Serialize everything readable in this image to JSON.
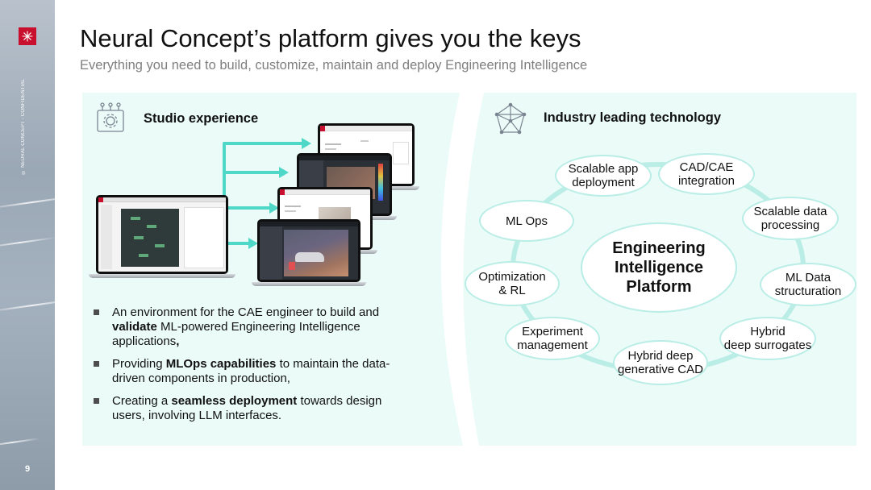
{
  "slide": {
    "title": "Neural Concept’s platform gives you the keys",
    "subtitle": "Everything you need to build, customize, maintain and deploy Engineering Intelligence",
    "page_number": "9",
    "sidebar_text": "© NEURAL CONCEPT - CONFIDENTIAL"
  },
  "colors": {
    "accent_teal": "#4fd8c8",
    "panel_bg": "#eafbf8",
    "node_border": "#b9ede6",
    "logo_red": "#c8102e"
  },
  "studio": {
    "heading": "Studio experience",
    "icon": "gear-settings-icon",
    "bullets": [
      {
        "parts": [
          {
            "text": "An environment for the CAE engineer to build and ",
            "bold": false
          },
          {
            "text": "validate",
            "bold": true
          },
          {
            "text": " ML-powered Engineering Intelligence applications",
            "bold": false
          },
          {
            "text": ",",
            "bold": true
          }
        ]
      },
      {
        "parts": [
          {
            "text": "Providing ",
            "bold": false
          },
          {
            "text": "MLOps capabilities",
            "bold": true
          },
          {
            "text": " to maintain the data-driven components in production,",
            "bold": false
          }
        ]
      },
      {
        "parts": [
          {
            "text": "Creating a ",
            "bold": false
          },
          {
            "text": "seamless deployment",
            "bold": true
          },
          {
            "text": " towards design users, involving LLM interfaces.",
            "bold": false
          }
        ]
      }
    ]
  },
  "technology": {
    "heading": "Industry leading technology",
    "icon": "network-nodes-icon",
    "center": [
      "Engineering",
      "Intelligence",
      "Platform"
    ],
    "nodes": [
      {
        "id": "scalable-app-deployment",
        "lines": [
          "Scalable app",
          "deployment"
        ]
      },
      {
        "id": "cad-cae-integration",
        "lines": [
          "CAD/CAE",
          "integration"
        ]
      },
      {
        "id": "scalable-data-processing",
        "lines": [
          "Scalable data",
          "processing"
        ]
      },
      {
        "id": "ml-data-structuration",
        "lines": [
          "ML Data",
          "structuration"
        ]
      },
      {
        "id": "hybrid-deep-surrogates",
        "lines": [
          "Hybrid",
          "deep surrogates"
        ]
      },
      {
        "id": "hybrid-deep-generative-cad",
        "lines": [
          "Hybrid deep",
          "generative CAD"
        ]
      },
      {
        "id": "experiment-management",
        "lines": [
          "Experiment",
          "management"
        ]
      },
      {
        "id": "optimization-rl",
        "lines": [
          "Optimization",
          "& RL"
        ]
      },
      {
        "id": "ml-ops",
        "lines": [
          "ML Ops"
        ]
      }
    ]
  }
}
